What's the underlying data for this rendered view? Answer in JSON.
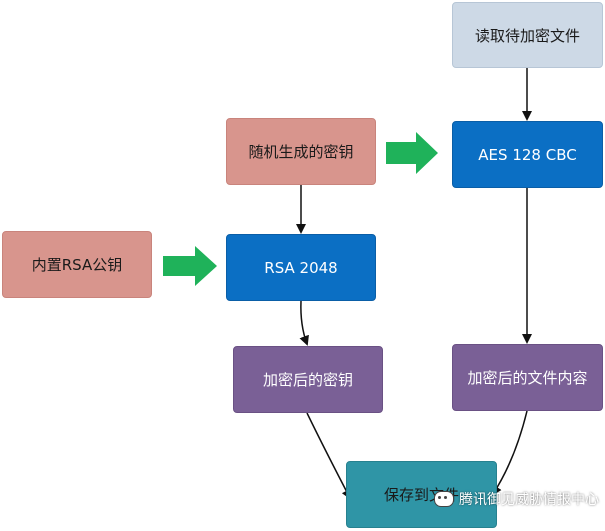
{
  "nodes": {
    "read_file": "读取待加密文件",
    "random_key": "随机生成的密钥",
    "aes": "AES 128 CBC",
    "rsa_pubkey": "内置RSA公钥",
    "rsa": "RSA 2048",
    "encrypted_key": "加密后的密钥",
    "encrypted_content": "加密后的文件内容",
    "save_file": "保存到文件"
  },
  "watermark": {
    "text": "腾讯御见威胁情报中心",
    "icon": "wechat-icon"
  },
  "colors": {
    "light_blue": "#cdd9e6",
    "salmon": "#d8958d",
    "blue": "#0b6fc4",
    "purple": "#7a6096",
    "teal": "#2f95a6",
    "green_arrow": "#1fb25a"
  }
}
